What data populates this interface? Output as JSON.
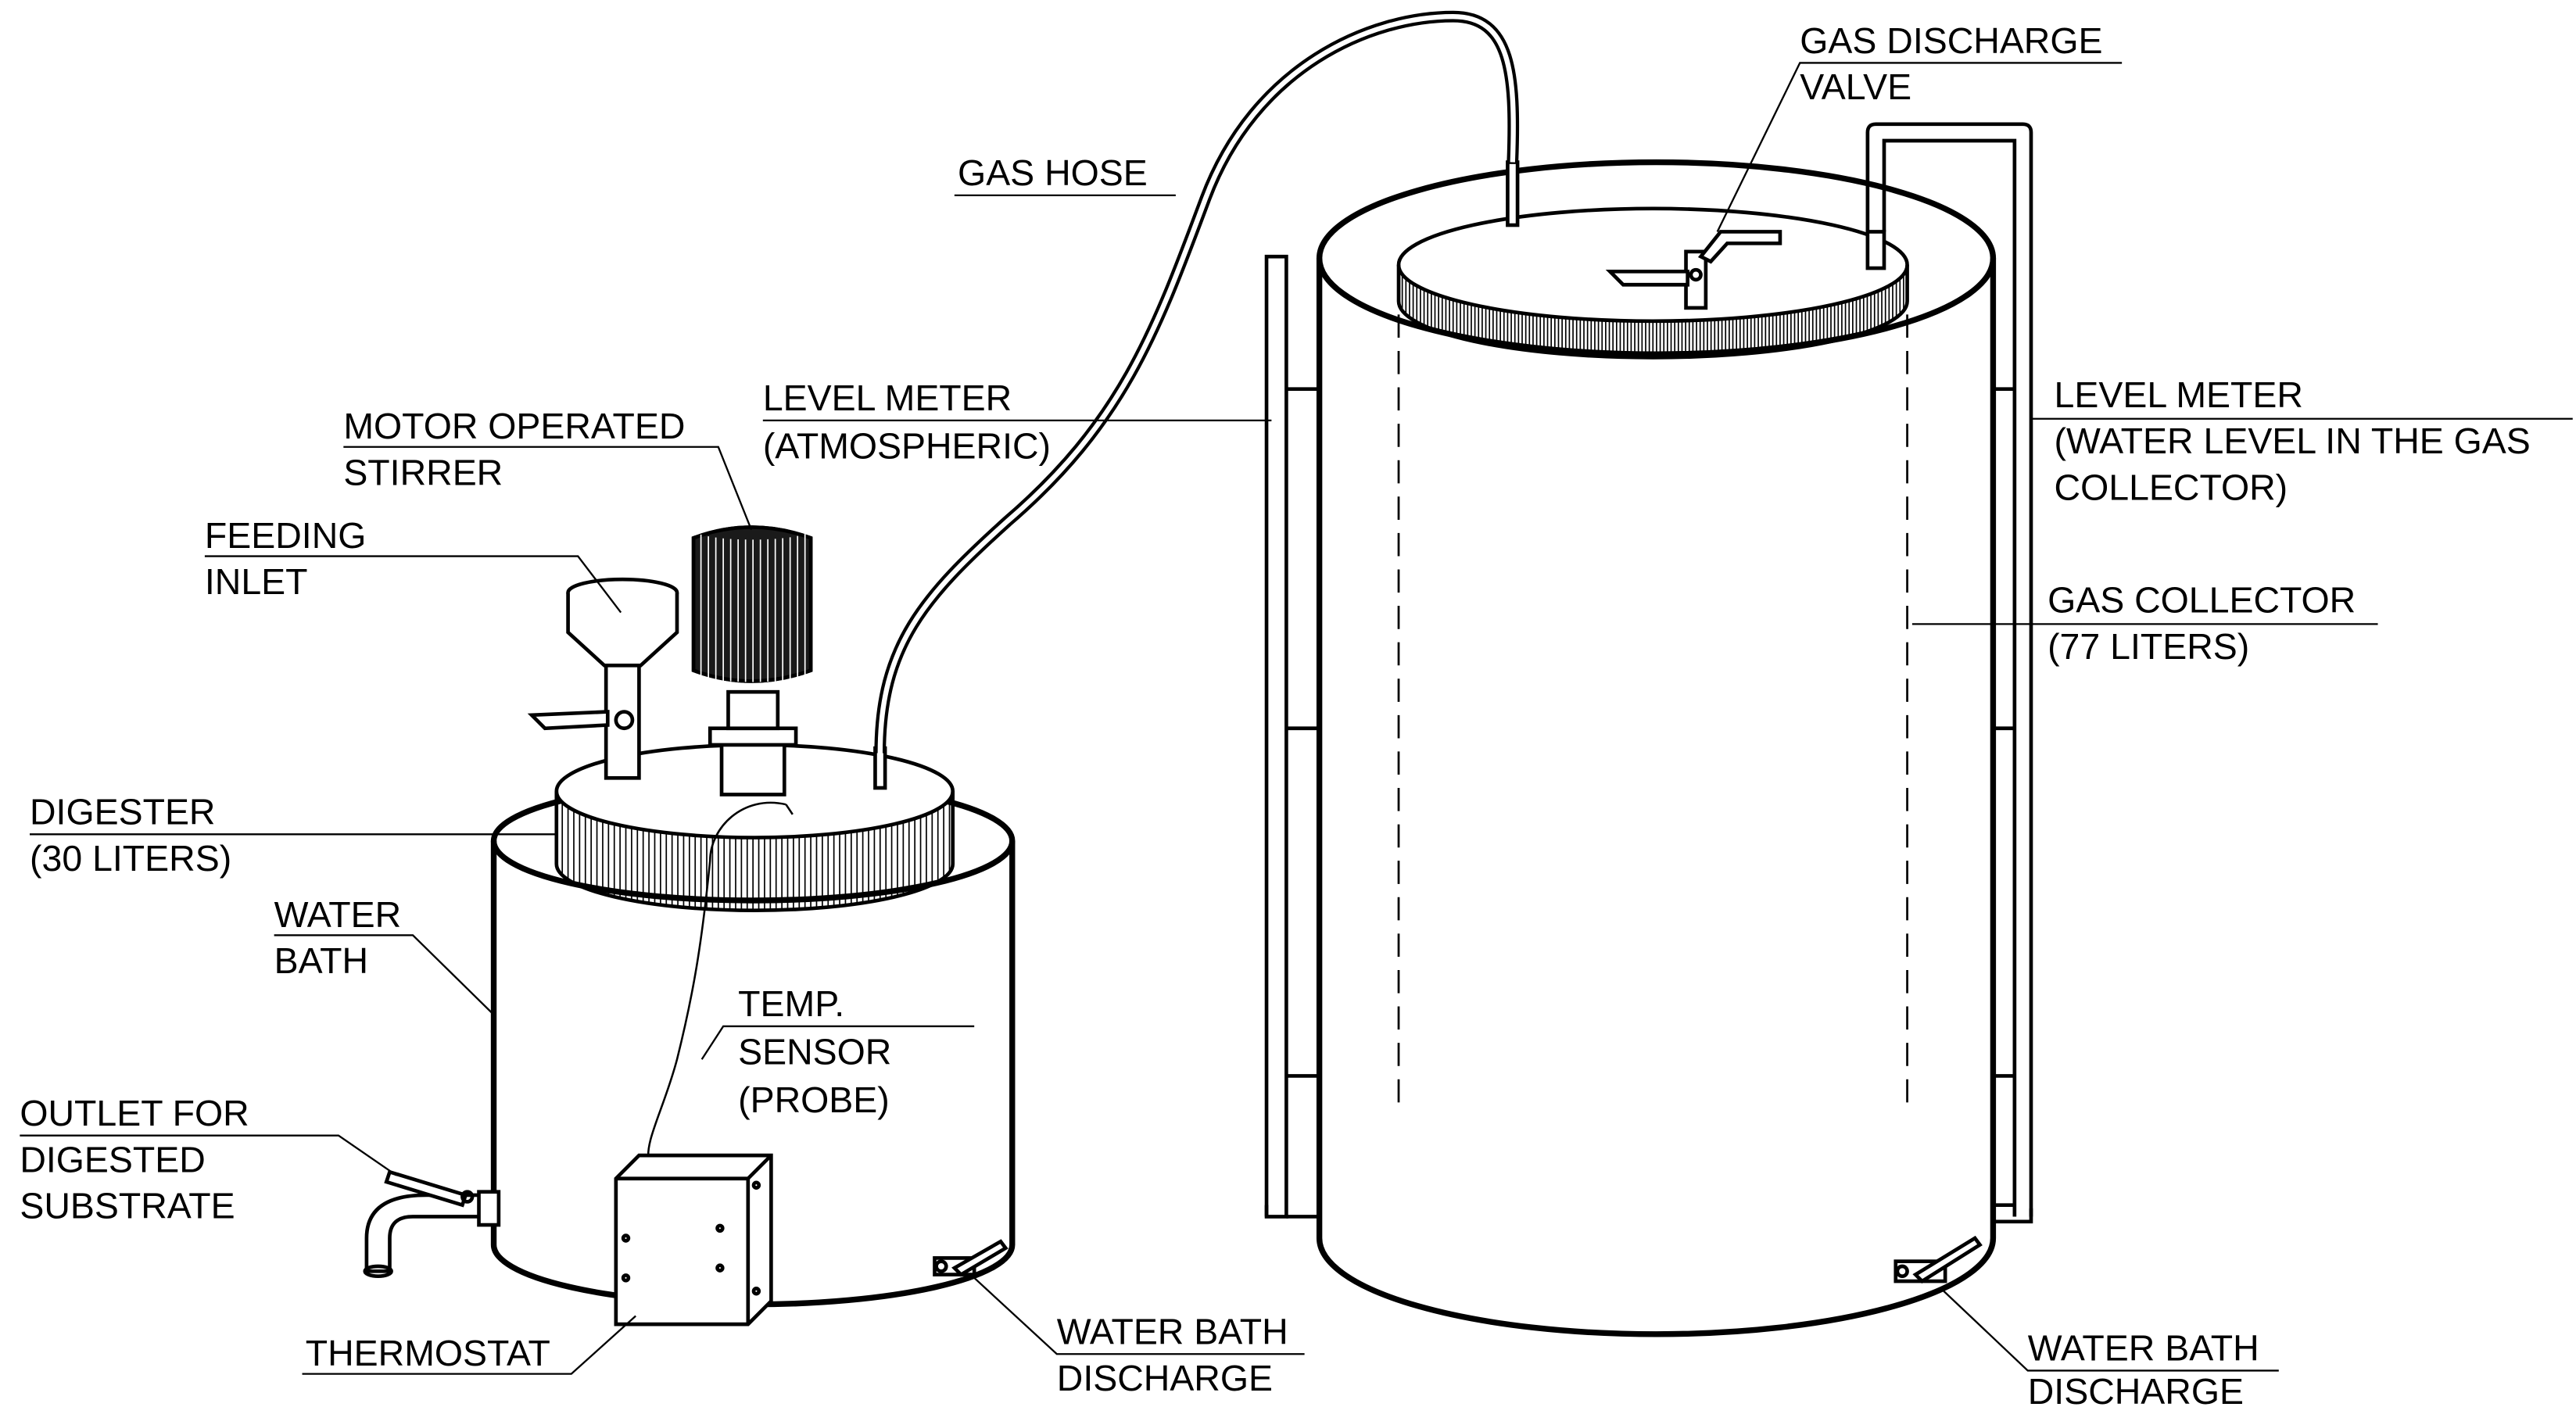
{
  "labels": {
    "gas_discharge_valve": [
      "GAS DISCHARGE",
      "VALVE"
    ],
    "gas_hose": [
      "GAS HOSE"
    ],
    "level_meter_atm": [
      "LEVEL METER",
      "(ATMOSPHERIC)"
    ],
    "level_meter_water": [
      "LEVEL METER",
      "(WATER LEVEL IN THE GAS",
      "COLLECTOR)"
    ],
    "motor_stirrer": [
      "MOTOR OPERATED",
      "STIRRER"
    ],
    "feeding_inlet": [
      "FEEDING",
      "INLET"
    ],
    "gas_collector": [
      "GAS COLLECTOR",
      "(77 LITERS)"
    ],
    "digester": [
      "DIGESTER",
      "(30 LITERS)"
    ],
    "water_bath": [
      "WATER",
      "BATH"
    ],
    "temp_sensor": [
      "TEMP.",
      "SENSOR",
      "(PROBE)"
    ],
    "outlet": [
      "OUTLET FOR",
      "DIGESTED",
      "SUBSTRATE"
    ],
    "thermostat": [
      "THERMOSTAT"
    ],
    "water_bath_discharge_left": [
      "WATER BATH",
      "DISCHARGE"
    ],
    "water_bath_discharge_right": [
      "WATER BATH",
      "DISCHARGE"
    ]
  }
}
